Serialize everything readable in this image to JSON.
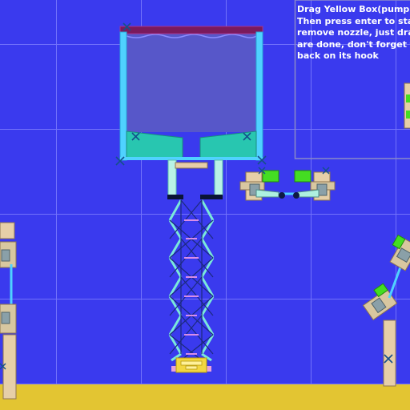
{
  "instructions": {
    "lines": [
      "Drag Yellow Box(pump",
      "Then press enter to sta",
      "remove nozzle, just dra",
      "are done, don't forget t",
      "back on its hook"
    ]
  },
  "colors": {
    "background": "#3a3aee",
    "grid": "#8080ff",
    "ground": "#e3c532",
    "tank_water": "#5757c9",
    "tank_wall": "#4fd2ff",
    "hopper": "#28c6b0",
    "lattice": "#7ae8da",
    "bracket": "#e6cfa8",
    "accent_green": "#44dd22"
  }
}
